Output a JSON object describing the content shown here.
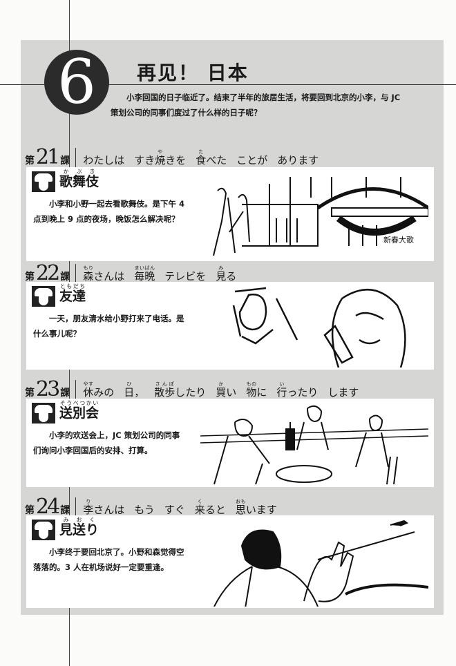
{
  "chapter": {
    "number": "6",
    "title": "再见！ 日本",
    "intro": "小李回国的日子临近了。结束了半年的旅居生活，将要回到北京的小李，与 JC 策划公司的同事们度过了什么样的日子呢？"
  },
  "lessons": [
    {
      "prefix": "第",
      "number": "21",
      "suffix": "課",
      "title": [
        {
          "text": "わたしは"
        },
        {
          "text": "すき",
          "tail": "きを",
          "base": "焼",
          "ruby": "や"
        },
        {
          "base": "食",
          "ruby": "た",
          "tail": "べた"
        },
        {
          "text": "ことが"
        },
        {
          "text": "あります"
        }
      ],
      "section": {
        "base": "歌舞伎",
        "ruby": "かぶき"
      },
      "description": "小李和小野一起去看歌舞伎。是下午 4 点到晚上 9 点的夜场，晚饭怎么解决呢？",
      "illustration": "kabuki-theater-icon"
    },
    {
      "prefix": "第",
      "number": "22",
      "suffix": "課",
      "title": [
        {
          "base": "森",
          "ruby": "もり",
          "tail": "さんは"
        },
        {
          "base": "毎晩",
          "ruby": "まいばん"
        },
        {
          "text": "テレビを"
        },
        {
          "base": "見",
          "ruby": "み",
          "tail": "る"
        }
      ],
      "section": {
        "base": "友達",
        "ruby": "ともだち"
      },
      "description": "一天，朋友清水给小野打来了电话。是什么事儿呢？",
      "illustration": "phone-call-icon"
    },
    {
      "prefix": "第",
      "number": "23",
      "suffix": "課",
      "title": [
        {
          "base": "休",
          "ruby": "やす",
          "tail": "みの"
        },
        {
          "base": "日",
          "ruby": "ひ",
          "tail": "，"
        },
        {
          "base": "散歩",
          "ruby": "さんぽ",
          "tail": "したり"
        },
        {
          "base": "買",
          "ruby": "か",
          "tail": "い"
        },
        {
          "base": "物",
          "ruby": "もの",
          "tail": "に"
        },
        {
          "base": "行",
          "ruby": "い",
          "tail": "ったり"
        },
        {
          "text": "します"
        }
      ],
      "section": {
        "base": "送別会",
        "ruby": "そうべつかい"
      },
      "description": "小李的欢送会上，JC 策划公司的同事们询问小李回国后的安排、打算。",
      "illustration": "farewell-party-icon"
    },
    {
      "prefix": "第",
      "number": "24",
      "suffix": "課",
      "title": [
        {
          "base": "李",
          "ruby": "り",
          "tail": "さんは"
        },
        {
          "text": "もう"
        },
        {
          "text": "すぐ"
        },
        {
          "base": "来",
          "ruby": "く",
          "tail": "ると"
        },
        {
          "base": "思",
          "ruby": "おも",
          "tail": "います"
        }
      ],
      "section": {
        "base": "見送り",
        "ruby": "みおく"
      },
      "description": "小李终于要回北京了。小野和森觉得空落落的。3 人在机场说好一定要重逢。",
      "illustration": "airport-farewell-icon"
    }
  ]
}
